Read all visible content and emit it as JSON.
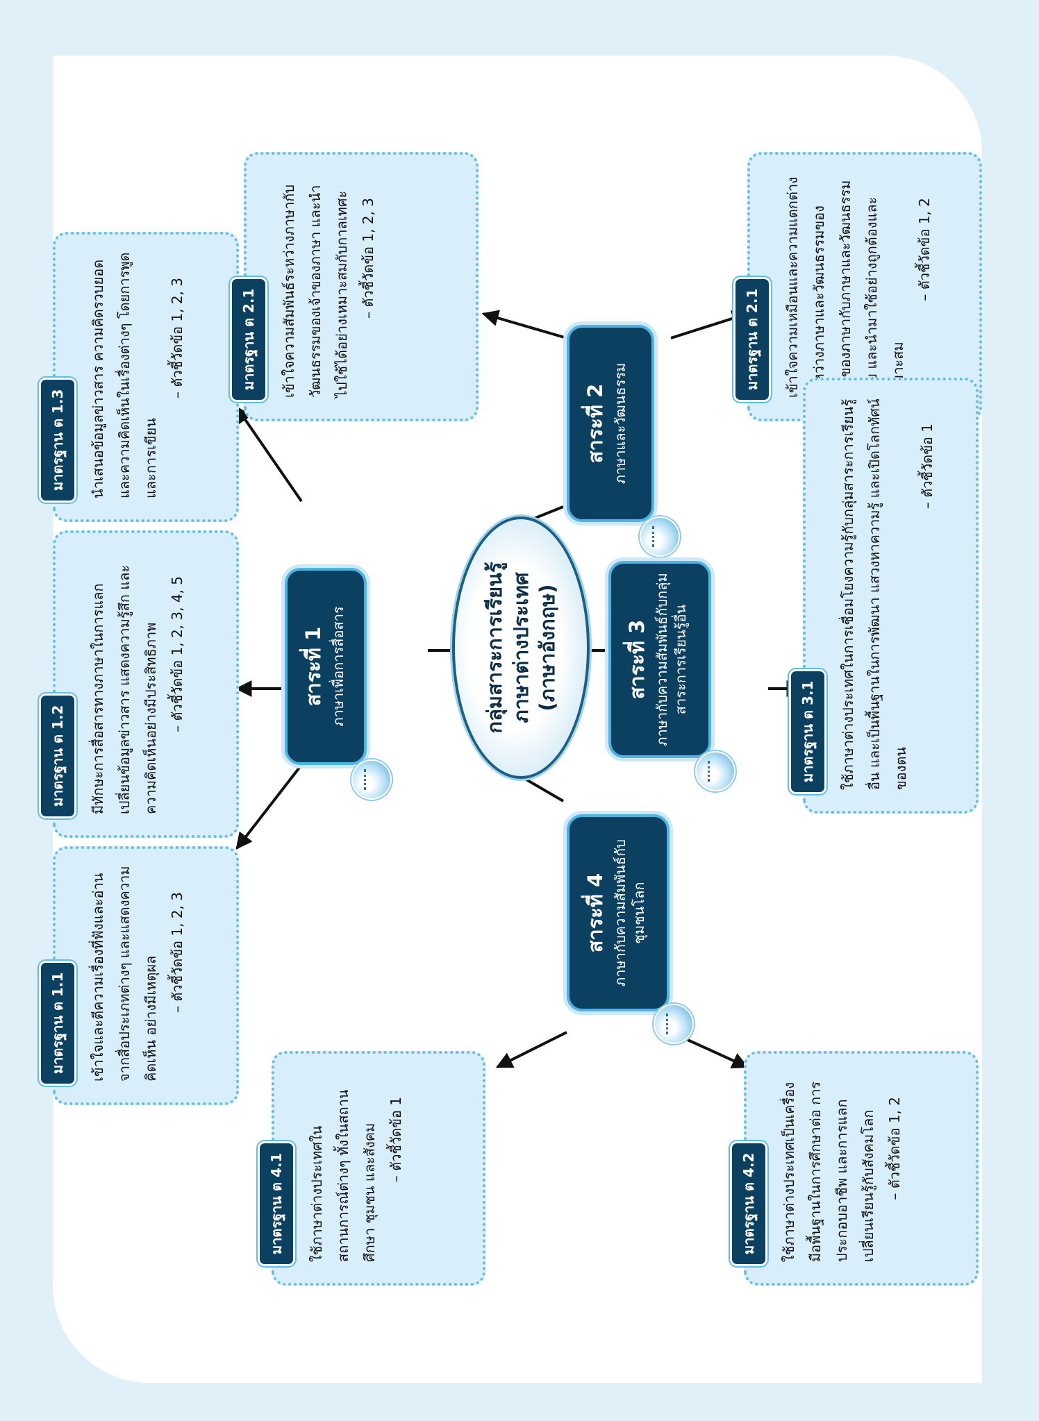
{
  "center": {
    "line1": "กลุ่มสาระการเรียนรู้",
    "line2": "ภาษาต่างประเทศ",
    "line3": "(ภาษาอังกฤษ)"
  },
  "strands": [
    {
      "title": "สาระที่ 1",
      "desc": "ภาษาเพื่อการสื่อสาร"
    },
    {
      "title": "สาระที่ 2",
      "desc": "ภาษาและวัฒนธรรม"
    },
    {
      "title": "สาระที่ 3",
      "desc": "ภาษากับความสัมพันธ์กับกลุ่มสาระการเรียนรู้อื่น"
    },
    {
      "title": "สาระที่ 4",
      "desc": "ภาษากับความสัมพันธ์กับชุมชนโลก"
    }
  ],
  "standards": [
    {
      "badge": "มาตรฐาน ต 1.1",
      "text": "เข้าใจและตีความเรื่องที่ฟังและอ่านจากสื่อประเภทต่างๆ และแสดงความคิดเห็น อย่างมีเหตุผล",
      "indicator": "– ตัวชี้วัดข้อ 1, 2, 3"
    },
    {
      "badge": "มาตรฐาน ต 1.2",
      "text": "มีทักษะการสื่อสารทางภาษาในการแลกเปลี่ยนข้อมูลข่าวสาร แสดงความรู้สึก และความคิดเห็นอย่างมีประสิทธิภาพ",
      "indicator": "– ตัวชี้วัดข้อ 1, 2, 3, 4, 5"
    },
    {
      "badge": "มาตรฐาน ต 1.3",
      "text": "นำเสนอข้อมูลข่าวสาร ความคิดรวบยอด และความคิดเห็นในเรื่องต่างๆ โดยการพูด และการเขียน",
      "indicator": "– ตัวชี้วัดข้อ 1, 2, 3"
    },
    {
      "badge": "มาตรฐาน ต 2.1",
      "text": "เข้าใจความสัมพันธ์ระหว่างภาษากับวัฒนธรรมของเจ้าของภาษา และนำไปใช้ได้อย่างเหมาะสมกับกาลเทศะ",
      "indicator": "– ตัวชี้วัดข้อ 1, 2, 3"
    },
    {
      "badge": "มาตรฐาน ต 2.1",
      "text": "เข้าใจความเหมือนและความแตกต่างระหว่างภาษาและวัฒนธรรมของเจ้าของภาษากับภาษาและวัฒนธรรมไทย และนำมาใช้อย่างถูกต้องและเหมาะสม",
      "indicator": "– ตัวชี้วัดข้อ 1, 2"
    },
    {
      "badge": "มาตรฐาน ต 3.1",
      "text": "ใช้ภาษาต่างประเทศในการเชื่อมโยงความรู้กับกลุ่มสาระการเรียนรู้อื่น และเป็นพื้นฐานในการพัฒนา แสวงหาความรู้ และเปิดโลกทัศน์ของตน",
      "indicator": "– ตัวชี้วัดข้อ 1"
    },
    {
      "badge": "มาตรฐาน ต 4.1",
      "text": "ใช้ภาษาต่างประเทศในสถานการณ์ต่างๆ ทั้งในสถานศึกษา ชุมชน และสังคม",
      "indicator": "– ตัวชี้วัดข้อ 1"
    },
    {
      "badge": "มาตรฐาน ต 4.2",
      "text": "ใช้ภาษาต่างประเทศเป็นเครื่องมือพื้นฐานในการศึกษาต่อ การประกอบอาชีพ และการแลกเปลี่ยนเรียนรู้กับสังคมโลก",
      "indicator": "– ตัวชี้วัดข้อ 1, 2"
    }
  ]
}
